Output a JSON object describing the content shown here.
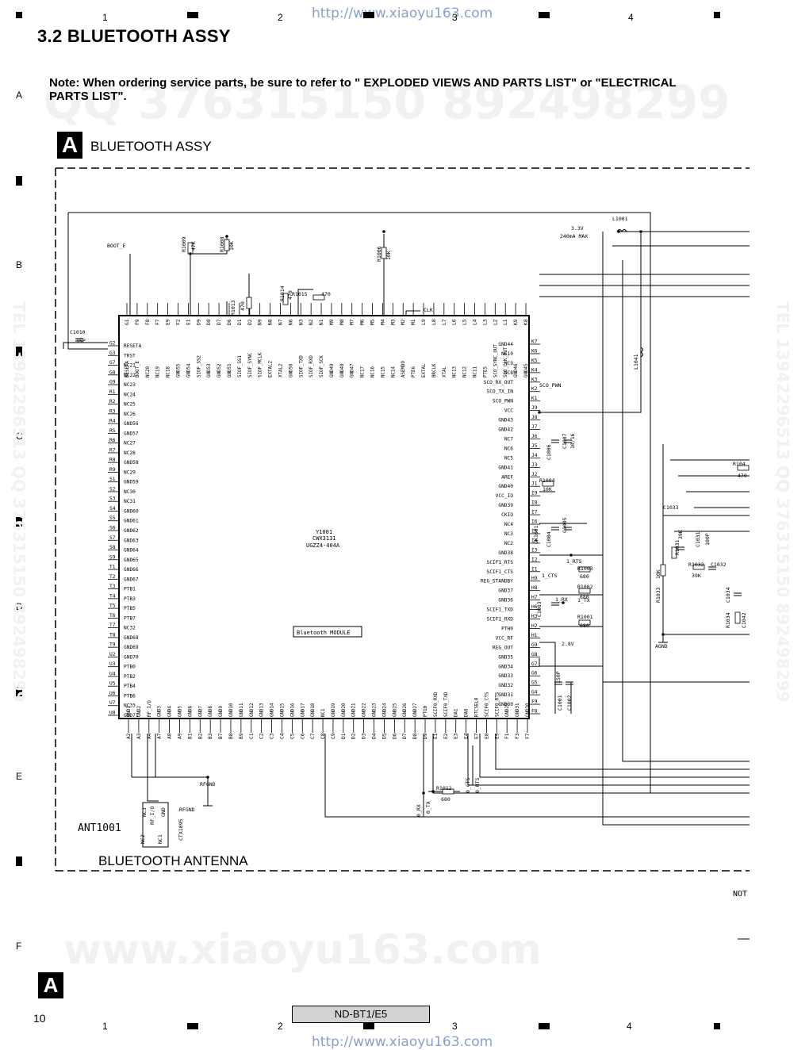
{
  "header": {
    "url": "http://www.xiaoyu163.com",
    "column_numbers": [
      "1",
      "2",
      "3",
      "4"
    ],
    "row_letters": [
      "A",
      "B",
      "C",
      "D",
      "E",
      "F"
    ]
  },
  "section": {
    "title": "3.2  BLUETOOTH ASSY",
    "note": "Note: When ordering service parts, be sure to refer to \" EXPLODED VIEWS AND PARTS LIST\" or \"ELECTRICAL PARTS LIST\"."
  },
  "block": {
    "letter": "A",
    "label": "BLUETOOTH ASSY",
    "antenna_label": "BLUETOOTH ANTENNA",
    "antenna_ref": "ANT1001",
    "antenna_part": "CTX1095"
  },
  "watermarks": [
    "QQ 376315150   892498299",
    "TEL 13942296513   QQ 376315150   892498299",
    "www.xiaoyu163.com"
  ],
  "module": {
    "ref": "Y1001",
    "part1": "CWX3131",
    "part2": "UGZZ4-404A",
    "name": "Bluetooth MODULE"
  },
  "top_pins": [
    "G1",
    "F9",
    "F8",
    "F7",
    "E9",
    "F2",
    "E1",
    "D9",
    "D8",
    "D7",
    "D6",
    "D1",
    "D2",
    "N9",
    "N8",
    "N7",
    "N6",
    "N3",
    "N2",
    "N1",
    "M9",
    "M8",
    "M7",
    "M6",
    "M5",
    "M4",
    "M3",
    "M2",
    "M1",
    "L9",
    "L8",
    "L7",
    "L6",
    "L5",
    "L4",
    "L3",
    "L2",
    "L1",
    "K9",
    "K8"
  ],
  "top_signals": [
    "RESETA",
    "BOOT_E",
    "NC20",
    "NC19",
    "NC18",
    "GND55",
    "GND54",
    "SIOF_SS2",
    "GND53",
    "GND52",
    "GND51",
    "SIOF_SS1",
    "SIOF_SYNC",
    "SIOF_MCLK",
    "EXTAL2",
    "XTAL2",
    "GND50",
    "SIOF_TXD",
    "SIOF_RXD",
    "SIOF_SCK",
    "GND49",
    "GND48",
    "GND47",
    "NC17",
    "NC16",
    "NC15",
    "NC14",
    "ASEMDO",
    "PTE6",
    "EXTAL",
    "BRCLK",
    "XTAL",
    "NC13",
    "NC12",
    "NC11",
    "PTE5",
    "SCO_SYNC_OUT",
    "SCO_CLK_OUT",
    "GND46",
    "GND45"
  ],
  "left_pins": [
    "G2",
    "G3",
    "G7",
    "G8",
    "G9",
    "R1",
    "R2",
    "R3",
    "R4",
    "R5",
    "R6",
    "R7",
    "R8",
    "R9",
    "S1",
    "S2",
    "S3",
    "S4",
    "S5",
    "S6",
    "S7",
    "S8",
    "S9",
    "T1",
    "T2",
    "T3",
    "T4",
    "T5",
    "T6",
    "T7",
    "T8",
    "T9",
    "U2",
    "U3",
    "U4",
    "U5",
    "U6",
    "U7",
    "U8"
  ],
  "left_signals": [
    "RESETA",
    "TRST",
    "NC21",
    "NC22",
    "NC23",
    "NC24",
    "NC25",
    "NC26",
    "GND56",
    "GND57",
    "NC27",
    "NC28",
    "GND58",
    "NC29",
    "GND59",
    "NC30",
    "NC31",
    "GND60",
    "GND61",
    "GND62",
    "GND63",
    "GND64",
    "GND65",
    "GND66",
    "GND67",
    "PTB1",
    "PTB3",
    "PTB5",
    "PTB7",
    "NC32",
    "GND68",
    "GND69",
    "GND70",
    "PTB0",
    "PTB2",
    "PTB4",
    "PTB6",
    "NC33",
    "GND71"
  ],
  "right_pins": [
    "K7",
    "K6",
    "K5",
    "K4",
    "K3",
    "K2",
    "K1",
    "J9",
    "J8",
    "J7",
    "J6",
    "J5",
    "J4",
    "J3",
    "J2",
    "J1",
    "I9",
    "I8",
    "I7",
    "I6",
    "I5",
    "I4",
    "I3",
    "I2",
    "I1",
    "H9",
    "H8",
    "H7",
    "H6",
    "H3",
    "H2",
    "H1",
    "G9",
    "G8",
    "G7",
    "G6",
    "G5",
    "G4",
    "F9",
    "F8"
  ],
  "right_signals": [
    "GND44",
    "NC10",
    "NC9",
    "NC8",
    "SCO_RX_OUT",
    "SCO_TX_IN",
    "SCO_PWN",
    "VCC",
    "GND43",
    "GND42",
    "NC7",
    "NC6",
    "NC5",
    "GND41",
    "AREF",
    "GND40",
    "VCC_IO",
    "GND39",
    "CKIO",
    "NC4",
    "NC3",
    "NC2",
    "GND38",
    "SCIF1_RTS",
    "SCIF1_CTS",
    "REG_STANDBY",
    "GND37",
    "GND36",
    "SCIF1_TXD",
    "SCIF1_RXD",
    "PTH0",
    "VCC_RF",
    "REG_OUT",
    "GND35",
    "GND34",
    "GND33",
    "GND32",
    "GND31",
    "GND30"
  ],
  "bottom_pins": [
    "A2",
    "A3",
    "A4",
    "A7",
    "A8",
    "A9",
    "B1",
    "B2",
    "B3",
    "B7",
    "B8",
    "B9",
    "C1",
    "C2",
    "C3",
    "C4",
    "C5",
    "C6",
    "C7",
    "C8",
    "C9",
    "D1",
    "D2",
    "D3",
    "D4",
    "D5",
    "D6",
    "D7",
    "D8",
    "D9",
    "E1",
    "E2",
    "E3",
    "E4",
    "E7",
    "E8",
    "E9",
    "F1",
    "F3",
    "F7"
  ],
  "bottom_signals": [
    "GND1",
    "GND2",
    "RF_I/O",
    "GND3",
    "GND4",
    "GND5",
    "GND6",
    "GND7",
    "GND8",
    "GND9",
    "GND10",
    "GND11",
    "GND12",
    "GND13",
    "GND14",
    "GND15",
    "GND16",
    "GND17",
    "GND18",
    "NC1",
    "GND19",
    "GND20",
    "GND21",
    "GND22",
    "GND23",
    "GND24",
    "GND25",
    "GND26",
    "GND27",
    "PTG0",
    "SCIF0_RXD",
    "SCIF0_TXD",
    "DA1",
    "DA0",
    "RTCSEL0",
    "SCIF0_CTS",
    "SCIF0_RTS",
    "GND29",
    "GND31",
    "GND30"
  ],
  "components": {
    "C1010": "C1010",
    "C1010_val": "15P",
    "R1009": "R1009",
    "R1009_val": "47K",
    "R1008": "R1008",
    "R1008_val": "10K",
    "R1006": "R1006",
    "R1006_val": "10K",
    "R1013": "R1013",
    "R1013_val": "470",
    "R1014": "R1014",
    "R1014_val": "470",
    "R1015": "R1015",
    "R1015_val": "470",
    "L1001": "L1001",
    "L1041": "L1041",
    "supply": "3.3V",
    "supply_current": "240mA MAX",
    "clk": "CLK",
    "boot": "BOOT_E",
    "sco_pwn": "SCO_PWN",
    "C1006": "C1006",
    "C1007": "C1007",
    "C1007_val": "10/16",
    "R1004": "R1004",
    "R1004_val": "10K",
    "C1005": "C1005",
    "C1004": "C1004",
    "CK1001": "CK1001",
    "rts": "1_RTS",
    "cts": "1_CTS",
    "rx": "1_RX",
    "tx": "1_TX",
    "R1003": "R1003",
    "R1003_val": "680",
    "R1002": "R1002",
    "R1002_val": "680",
    "R1001": "R1001",
    "R1001_val": "680",
    "C1003": "C1003",
    "v28": "2.8V",
    "C1001": "C1001",
    "C1002": "C1002",
    "C_150P": "150P",
    "R1012": "R1012",
    "R1012_val": "680",
    "R104x": "R104",
    "R104x_val": "470",
    "C1033": "C1033",
    "R1031": "R1031",
    "R1031_val": "39K",
    "C1031": "C1031",
    "C1031_val": "100P",
    "R1032": "R1032",
    "R1032_val": "39K",
    "C1032": "C1032",
    "R1033": "R1033",
    "R1033_val": "10K",
    "R1034": "R1034",
    "C1034": "C1034",
    "C1042": "C1042",
    "agnd": "AGND",
    "rfgnd": "RFGND",
    "rfgnd2": "RFGND",
    "rx0": "0_RX",
    "tx0": "0_TX",
    "cts0": "0_CTS",
    "rts0": "0_RTS",
    "not": "NOT"
  },
  "footer": {
    "page": "10",
    "model": "ND-BT1/E5",
    "letter": "A"
  }
}
